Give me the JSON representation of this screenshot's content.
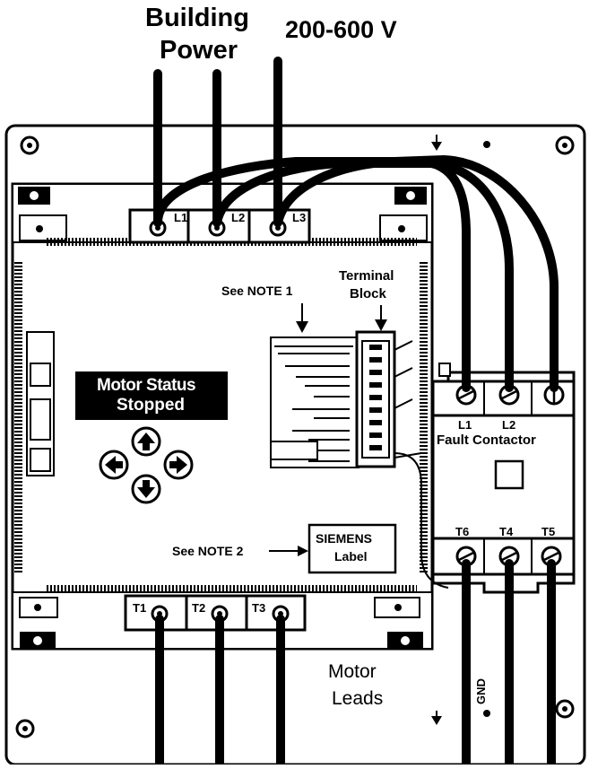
{
  "title": {
    "line1": "Building",
    "line2": "Power"
  },
  "voltage": "200-600 V",
  "line_terminals": [
    "L1",
    "L2",
    "L3"
  ],
  "load_terminals": [
    "T1",
    "T2",
    "T3"
  ],
  "note1": "See NOTE 1",
  "note2": "See NOTE 2",
  "terminal_block": {
    "line1": "Terminal",
    "line2": "Block"
  },
  "display": {
    "line1": "Motor Status",
    "line2": "Stopped"
  },
  "siemens_label": {
    "line1": "SIEMENS",
    "line2": "Label"
  },
  "fault_contactor": {
    "title": "Fault Contactor",
    "top_terminals": [
      "L1",
      "L2"
    ],
    "bottom_terminals": [
      "T6",
      "T4",
      "T5"
    ]
  },
  "motor_leads": {
    "line1": "Motor",
    "line2": "Leads"
  },
  "gnd": "GND"
}
